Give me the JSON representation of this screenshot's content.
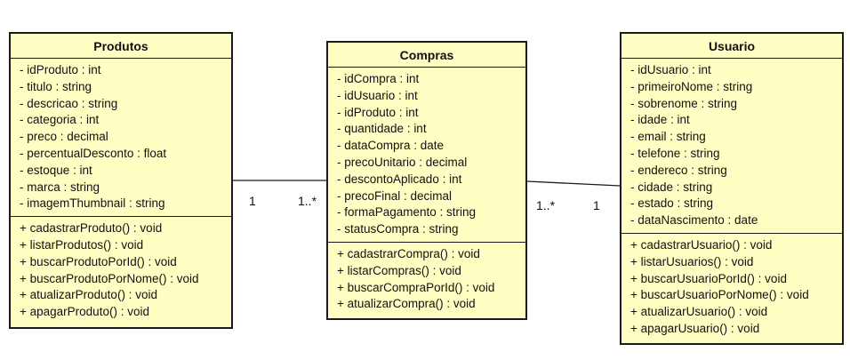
{
  "classes": {
    "produtos": {
      "name": "Produtos",
      "attributes": [
        "- idProduto : int",
        "- titulo : string",
        "- descricao : string",
        "- categoria : int",
        "- preco : decimal",
        "- percentualDesconto : float",
        "- estoque : int",
        "- marca : string",
        "- imagemThumbnail : string"
      ],
      "methods": [
        "+ cadastrarProduto() : void",
        "+ listarProdutos() : void",
        "+ buscarProdutoPorId() : void",
        "+ buscarProdutoPorNome() : void",
        "+ atualizarProduto() : void",
        "+ apagarProduto() : void"
      ]
    },
    "compras": {
      "name": "Compras",
      "attributes": [
        "- idCompra : int",
        "- idUsuario : int",
        "- idProduto : int",
        "- quantidade : int",
        "- dataCompra : date",
        "- precoUnitario : decimal",
        "- descontoAplicado : int",
        "- precoFinal : decimal",
        "- formaPagamento : string",
        "- statusCompra : string"
      ],
      "methods": [
        "+ cadastrarCompra() : void",
        "+ listarCompras() : void",
        "+ buscarCompraPorId() : void",
        "+ atualizarCompra() : void"
      ]
    },
    "usuario": {
      "name": "Usuario",
      "attributes": [
        "- idUsuario : int",
        "- primeiroNome : string",
        "- sobrenome : string",
        "- idade : int",
        "- email : string",
        "- telefone : string",
        "- endereco : string",
        "- cidade : string",
        "- estado : string",
        "- dataNascimento : date"
      ],
      "methods": [
        "+ cadastrarUsuario() : void",
        "+ listarUsuarios() : void",
        "+ buscarUsuarioPorId() : void",
        "+ buscarUsuarioPorNome() : void",
        "+ atualizarUsuario() : void",
        "+ apagarUsuario() : void"
      ]
    }
  },
  "associations": [
    {
      "from": "produtos",
      "to": "compras",
      "from_multiplicity": "1",
      "to_multiplicity": "1..*"
    },
    {
      "from": "compras",
      "to": "usuario",
      "from_multiplicity": "1..*",
      "to_multiplicity": "1"
    }
  ],
  "colors": {
    "class_fill": "#ffffc4",
    "border": "#1a1a1a",
    "text": "#111111",
    "background": "#ffffff"
  }
}
